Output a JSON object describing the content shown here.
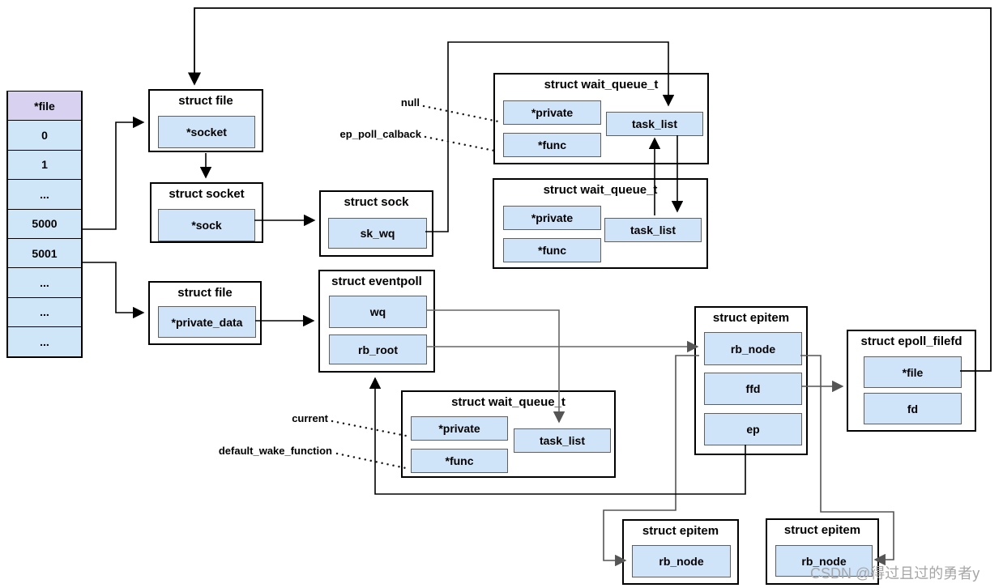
{
  "diagram": {
    "fd_table": {
      "rows": [
        "*file",
        "0",
        "1",
        "...",
        "5000",
        "5001",
        "...",
        "...",
        "..."
      ]
    },
    "structs": {
      "file1": {
        "title": "struct file",
        "fields": {
          "socket": "*socket"
        }
      },
      "socket": {
        "title": "struct socket",
        "fields": {
          "sock": "*sock"
        }
      },
      "sock": {
        "title": "struct sock",
        "fields": {
          "sk_wq": "sk_wq"
        }
      },
      "wq1": {
        "title": "struct wait_queue_t",
        "fields": {
          "private": "*private",
          "func": "*func",
          "task_list": "task_list"
        }
      },
      "wq2": {
        "title": "struct wait_queue_t",
        "fields": {
          "private": "*private",
          "func": "*func",
          "task_list": "task_list"
        }
      },
      "file2": {
        "title": "struct file",
        "fields": {
          "private_data": "*private_data"
        }
      },
      "eventpoll": {
        "title": "struct eventpoll",
        "fields": {
          "wq": "wq",
          "rb_root": "rb_root"
        }
      },
      "wq3": {
        "title": "struct wait_queue_t",
        "fields": {
          "private": "*private",
          "func": "*func",
          "task_list": "task_list"
        }
      },
      "epitem": {
        "title": "struct epitem",
        "fields": {
          "rb_node": "rb_node",
          "ffd": "ffd",
          "ep": "ep"
        }
      },
      "epoll_filefd": {
        "title": "struct epoll_filefd",
        "fields": {
          "file": "*file",
          "fd": "fd"
        }
      },
      "epitem_left": {
        "title": "struct epitem",
        "fields": {
          "rb_node": "rb_node"
        }
      },
      "epitem_right": {
        "title": "struct epitem",
        "fields": {
          "rb_node": "rb_node"
        }
      }
    },
    "annotations": {
      "null_label": "null",
      "ep_poll_callback": "ep_poll_calback",
      "current": "current",
      "default_wake_function": "default_wake_function"
    },
    "watermark": "CSDN @得过且过的勇者y",
    "colors": {
      "field_fill": "#cfe4f9",
      "header_fill": "#d8d1ef",
      "line": "#000000",
      "line_gray": "#666666"
    }
  }
}
